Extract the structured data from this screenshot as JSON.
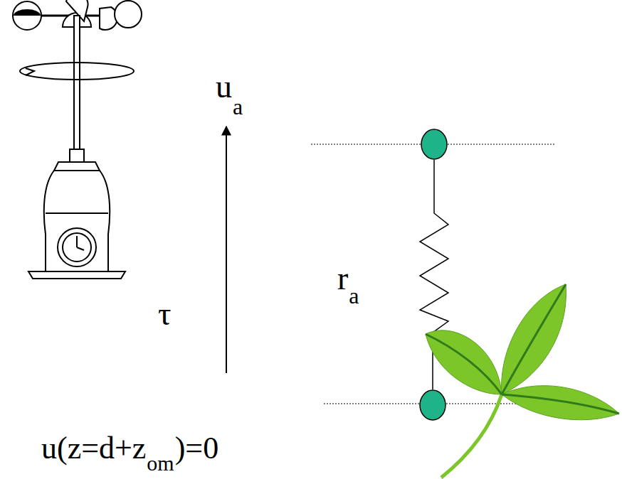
{
  "diagram": {
    "labels": [
      "u",
      "a",
      "τ",
      "r",
      "a",
      "u(z=d+z",
      "om",
      ")=0"
    ]
  }
}
